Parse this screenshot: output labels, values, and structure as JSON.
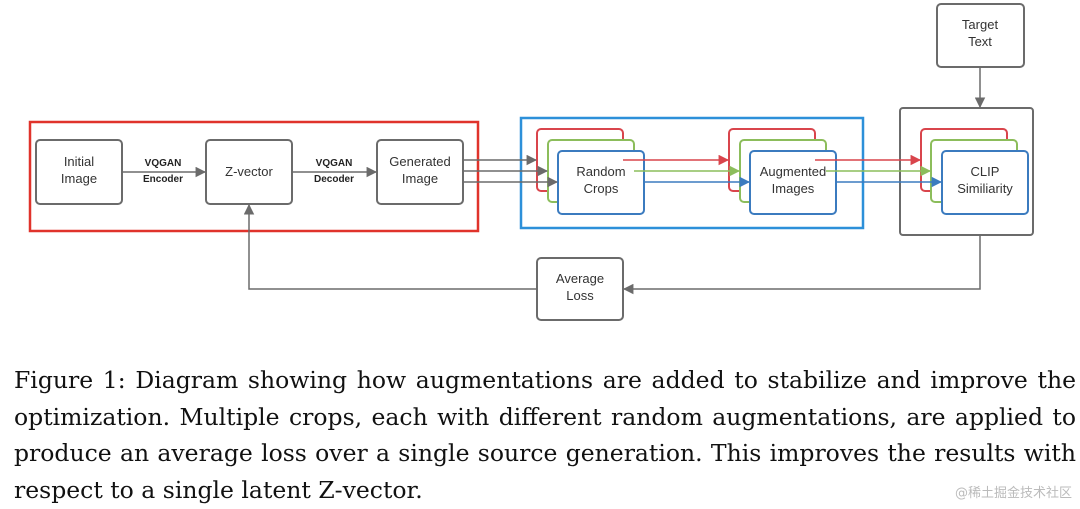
{
  "diagram": {
    "nodes": {
      "initial_image": [
        "Initial",
        "Image"
      ],
      "z_vector": [
        "Z-vector"
      ],
      "generated_image": [
        "Generated",
        "Image"
      ],
      "random_crops": [
        "Random",
        "Crops"
      ],
      "augmented_images": [
        "Augmented",
        "Images"
      ],
      "clip_similarity": [
        "CLIP",
        "Similiarity"
      ],
      "target_text": [
        "Target",
        "Text"
      ],
      "average_loss": [
        "Average",
        "Loss"
      ]
    },
    "edge_labels": {
      "encoder": [
        "VQGAN",
        "Encoder"
      ],
      "decoder": [
        "VQGAN",
        "Decoder"
      ]
    },
    "colors": {
      "node_stroke": "#6b6b6b",
      "red_group": "#e0332b",
      "blue_group": "#2d90d9",
      "stack_red": "#d9454c",
      "stack_green": "#8cbd5b",
      "stack_blue": "#3b7bbf",
      "arrow_gray": "#6b6b6b"
    }
  },
  "caption": "Figure 1: Diagram showing how augmentations are added to stabilize and improve the optimization. Multiple crops, each with different random augmentations, are applied to produce an average loss over a single source generation. This improves the results with respect to a single latent Z-vector.",
  "watermark": "@稀土掘金技术社区"
}
